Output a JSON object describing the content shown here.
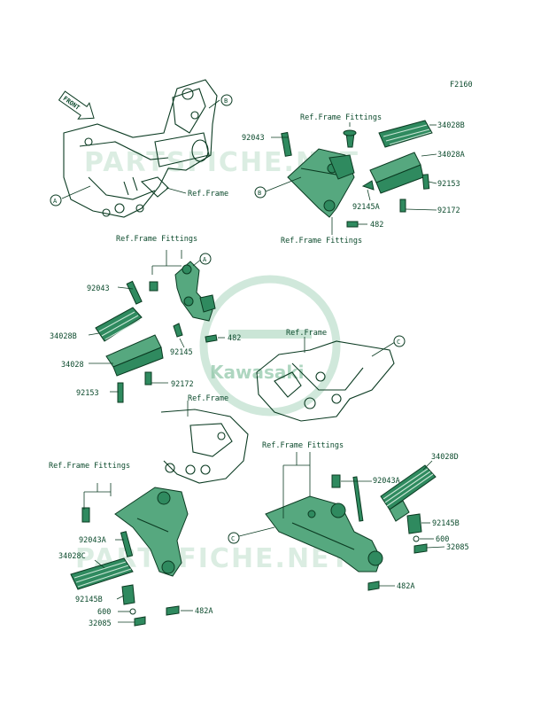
{
  "figure_code": "F2160",
  "watermark": {
    "brand": "Kawasaki",
    "site": "PARTSFICHE.NET"
  },
  "front_arrow": "FRONT",
  "callouts": {
    "A": "A",
    "B": "B",
    "C": "C"
  },
  "labels": {
    "ref_frame": "Ref.Frame",
    "ref_frame_fittings": "Ref.Frame Fittings"
  },
  "parts": {
    "p92043": "92043",
    "p92043a": "92043A",
    "p34028": "34028",
    "p34028a": "34028A",
    "p34028b": "34028B",
    "p34028c": "34028C",
    "p34028d": "34028D",
    "p92145": "92145",
    "p92145a": "92145A",
    "p92145b": "92145B",
    "p92153": "92153",
    "p92172": "92172",
    "p482": "482",
    "p482a": "482A",
    "p600": "600",
    "p32085": "32085"
  }
}
